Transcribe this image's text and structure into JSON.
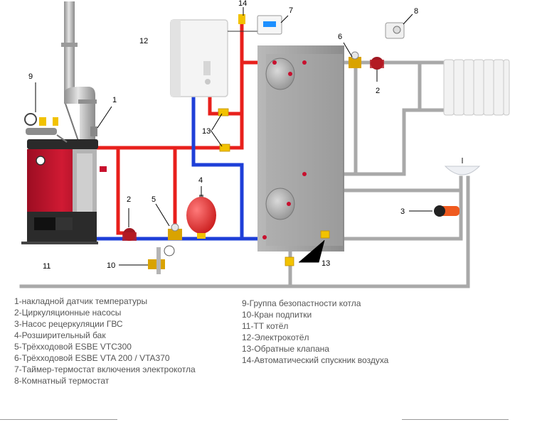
{
  "callouts": {
    "c1": "1",
    "c2a": "2",
    "c2b": "2",
    "c3": "3",
    "c4": "4",
    "c5": "5",
    "c6": "6",
    "c7": "7",
    "c8": "8",
    "c9": "9",
    "c10": "10",
    "c11": "11",
    "c12": "12",
    "c13a": "13",
    "c13b": "13",
    "c14": "14"
  },
  "legend_left": [
    "1-накладной датчик температуры",
    "2-Циркуляционные насосы",
    "3-Насос рецеркуляции ГВС",
    "4-Розширительный бак",
    "5-Трёхходовой ESBE VTC300",
    "6-Трёхходовой ESBE VTA 200 / VTA370",
    "7-Таймер-термостат включения электрокотла",
    "8-Комнатный термостат"
  ],
  "legend_right": [
    "9-Группа безопастности котла",
    "10-Кран подпитки",
    "11-ТТ котёл",
    "12-Электрокотёл",
    "13-Обратные клапана",
    "14-Автоматический спускник воздуха"
  ],
  "colors": {
    "hot_pipe": "#e8201c",
    "cold_pipe": "#1e3fd8",
    "neutral_pipe": "#a9a9a9",
    "boiler_red": "#c8102e",
    "tank_gray": "#a4a4a4",
    "valve_yellow": "#f2c200"
  },
  "icons": [
    "boiler-icon",
    "chimney-icon",
    "electric-boiler-icon",
    "buffer-tank-icon",
    "radiator-icon",
    "expansion-tank-icon",
    "pump-icon",
    "three-way-valve-icon",
    "check-valve-icon",
    "thermostat-icon",
    "timer-thermostat-icon",
    "safety-group-icon",
    "fill-valve-icon",
    "sink-icon",
    "air-vent-icon"
  ]
}
